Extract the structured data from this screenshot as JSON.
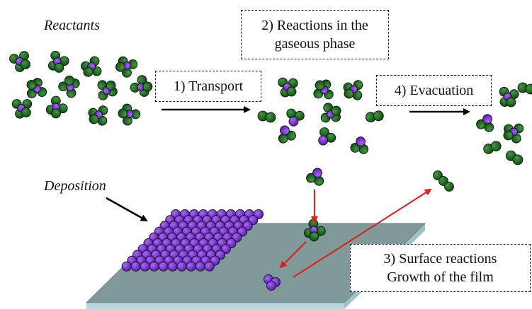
{
  "labels": {
    "reactants": "Reactants",
    "deposition": "Deposition"
  },
  "steps": {
    "transport": "1) Transport",
    "gas_reaction_line1": "2) Reactions in the",
    "gas_reaction_line2": "gaseous phase",
    "surface_line1": "3) Surface reactions",
    "surface_line2": "Growth of the film",
    "evacuation": "4) Evacuation"
  },
  "colors": {
    "precursor_green": "#1f6b1f",
    "metal_purple": "#7b2cd6",
    "substrate_top": "#7f9a98",
    "substrate_edge": "#b9d6dd",
    "arrow_red": "#e01b1b",
    "arrow_black": "#000000"
  }
}
